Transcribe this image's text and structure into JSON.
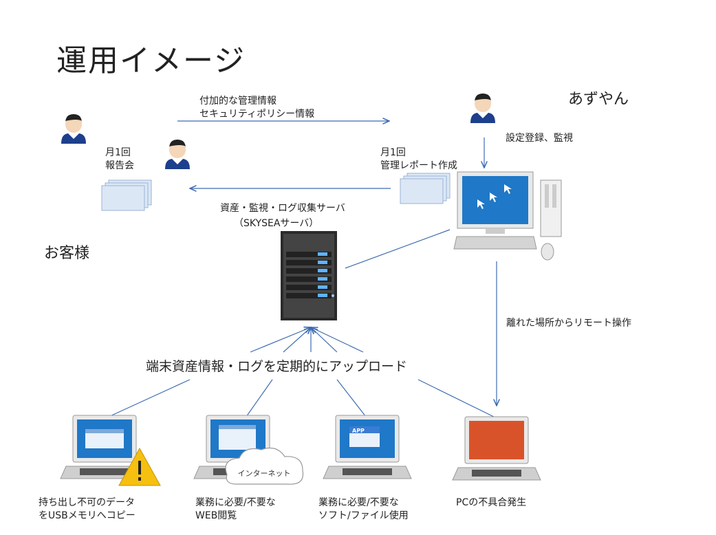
{
  "title": "運用イメージ",
  "parties": {
    "provider": "あずやん",
    "customer": "お客様"
  },
  "flows": {
    "policy": {
      "line1": "付加的な管理情報",
      "line2": "セキュリティポリシー情報"
    },
    "monitor": "設定登録、監視",
    "report_create": {
      "line1": "月1回",
      "line2": "管理レポート作成"
    },
    "report_meeting": {
      "line1": "月1回",
      "line2": "報告会"
    },
    "remote": "離れた場所からリモート操作",
    "upload": "端末資産情報・ログを定期的にアップロード"
  },
  "server": {
    "line1": "資産・監視・ログ収集サーバ",
    "line2": "（SKYSEAサーバ）"
  },
  "cloud_label": "インターネット",
  "app_badge": "APP",
  "clients": [
    {
      "line1": "持ち出し不可のデータ",
      "line2": "をUSBメモリへコピー"
    },
    {
      "line1": "業務に必要/不要な",
      "line2": "WEB閲覧"
    },
    {
      "line1": "業務に必要/不要な",
      "line2": "ソフト/ファイル使用"
    },
    {
      "line1": "PCの不具合発生",
      "line2": ""
    }
  ],
  "colors": {
    "arrow": "#3d6bb3",
    "screen": "#1f78c8",
    "broken_screen": "#d9532a",
    "doc": "#dce7f5"
  }
}
